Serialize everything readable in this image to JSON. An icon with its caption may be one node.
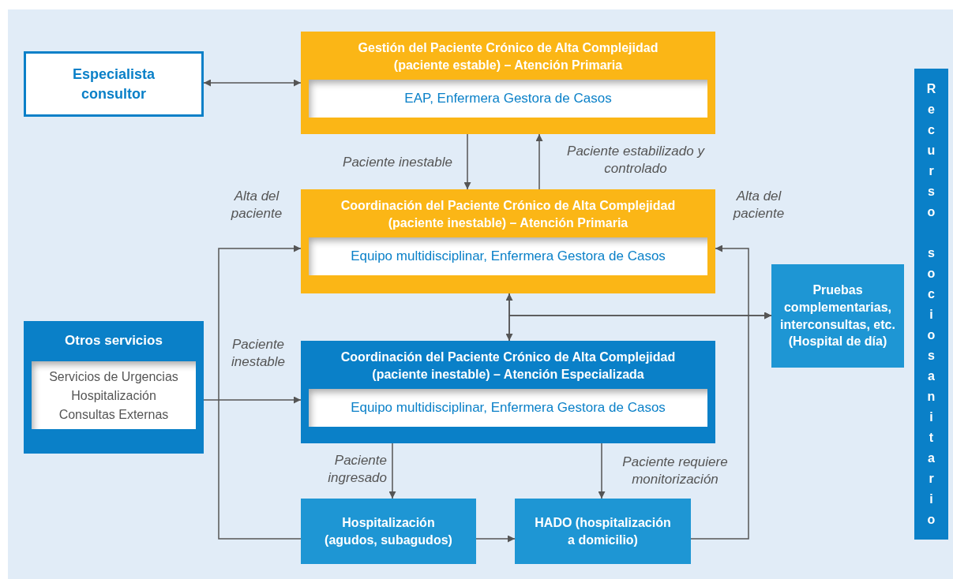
{
  "diagram": {
    "nodes": [
      {
        "text": [
          "Especialista consultor"
        ]
      },
      {
        "text": [
          "Gestión del Paciente Crónico de Alta Complejidad (paciente estable) – Atención Primaria",
          "EAP, Enfermera Gestora de Casos"
        ]
      },
      {
        "text": [
          "Coordinación del Paciente Crónico de Alta Complejidad (paciente inestable) – Atención Primaria",
          "Equipo multidisciplinar, Enfermera Gestora de Casos"
        ]
      },
      {
        "text": [
          "Coordinación del Paciente Crónico de Alta Complejidad (paciente inestable) – Atención Especializada",
          "Equipo multidisciplinar, Enfermera Gestora de Casos"
        ]
      },
      {
        "text": [
          "Otros servicios",
          "Servicios de Urgencias",
          "Hospitalización",
          "Consultas Externas"
        ]
      },
      {
        "text": [
          "Pruebas complementarias, interconsultas, etc. (Hospital de día)"
        ]
      },
      {
        "text": [
          "Hospitalización (agudos, subagudos)"
        ]
      },
      {
        "text": [
          "HADO (hospitalización a domicilio)"
        ]
      },
      {
        "text": [
          "Recurso sociosanitario"
        ]
      }
    ],
    "edges": [
      {
        "from": 0,
        "to": 1,
        "arrow": "both"
      },
      {
        "from": 1,
        "to": 2,
        "arrow": "to",
        "label": "Paciente inestable"
      },
      {
        "from": 2,
        "to": 1,
        "arrow": "to",
        "label": "Paciente estabilizado y controlado"
      },
      {
        "from": 6,
        "to": 2,
        "arrow": "to",
        "label": "Alta del paciente"
      },
      {
        "from": 7,
        "to": 2,
        "arrow": "to",
        "label": "Alta del paciente"
      },
      {
        "from": 2,
        "to": 3,
        "arrow": "both"
      },
      {
        "from": 2,
        "to": 5,
        "arrow": "to"
      },
      {
        "from": 3,
        "to": 5,
        "arrow": "to"
      },
      {
        "from": 4,
        "to": 3,
        "arrow": "to",
        "label": "Paciente inestable"
      },
      {
        "from": 3,
        "to": 6,
        "arrow": "to",
        "label": "Paciente ingresado"
      },
      {
        "from": 3,
        "to": 7,
        "arrow": "to",
        "label": "Paciente requiere monitorización"
      },
      {
        "from": 6,
        "to": 7,
        "arrow": "to"
      }
    ]
  }
}
